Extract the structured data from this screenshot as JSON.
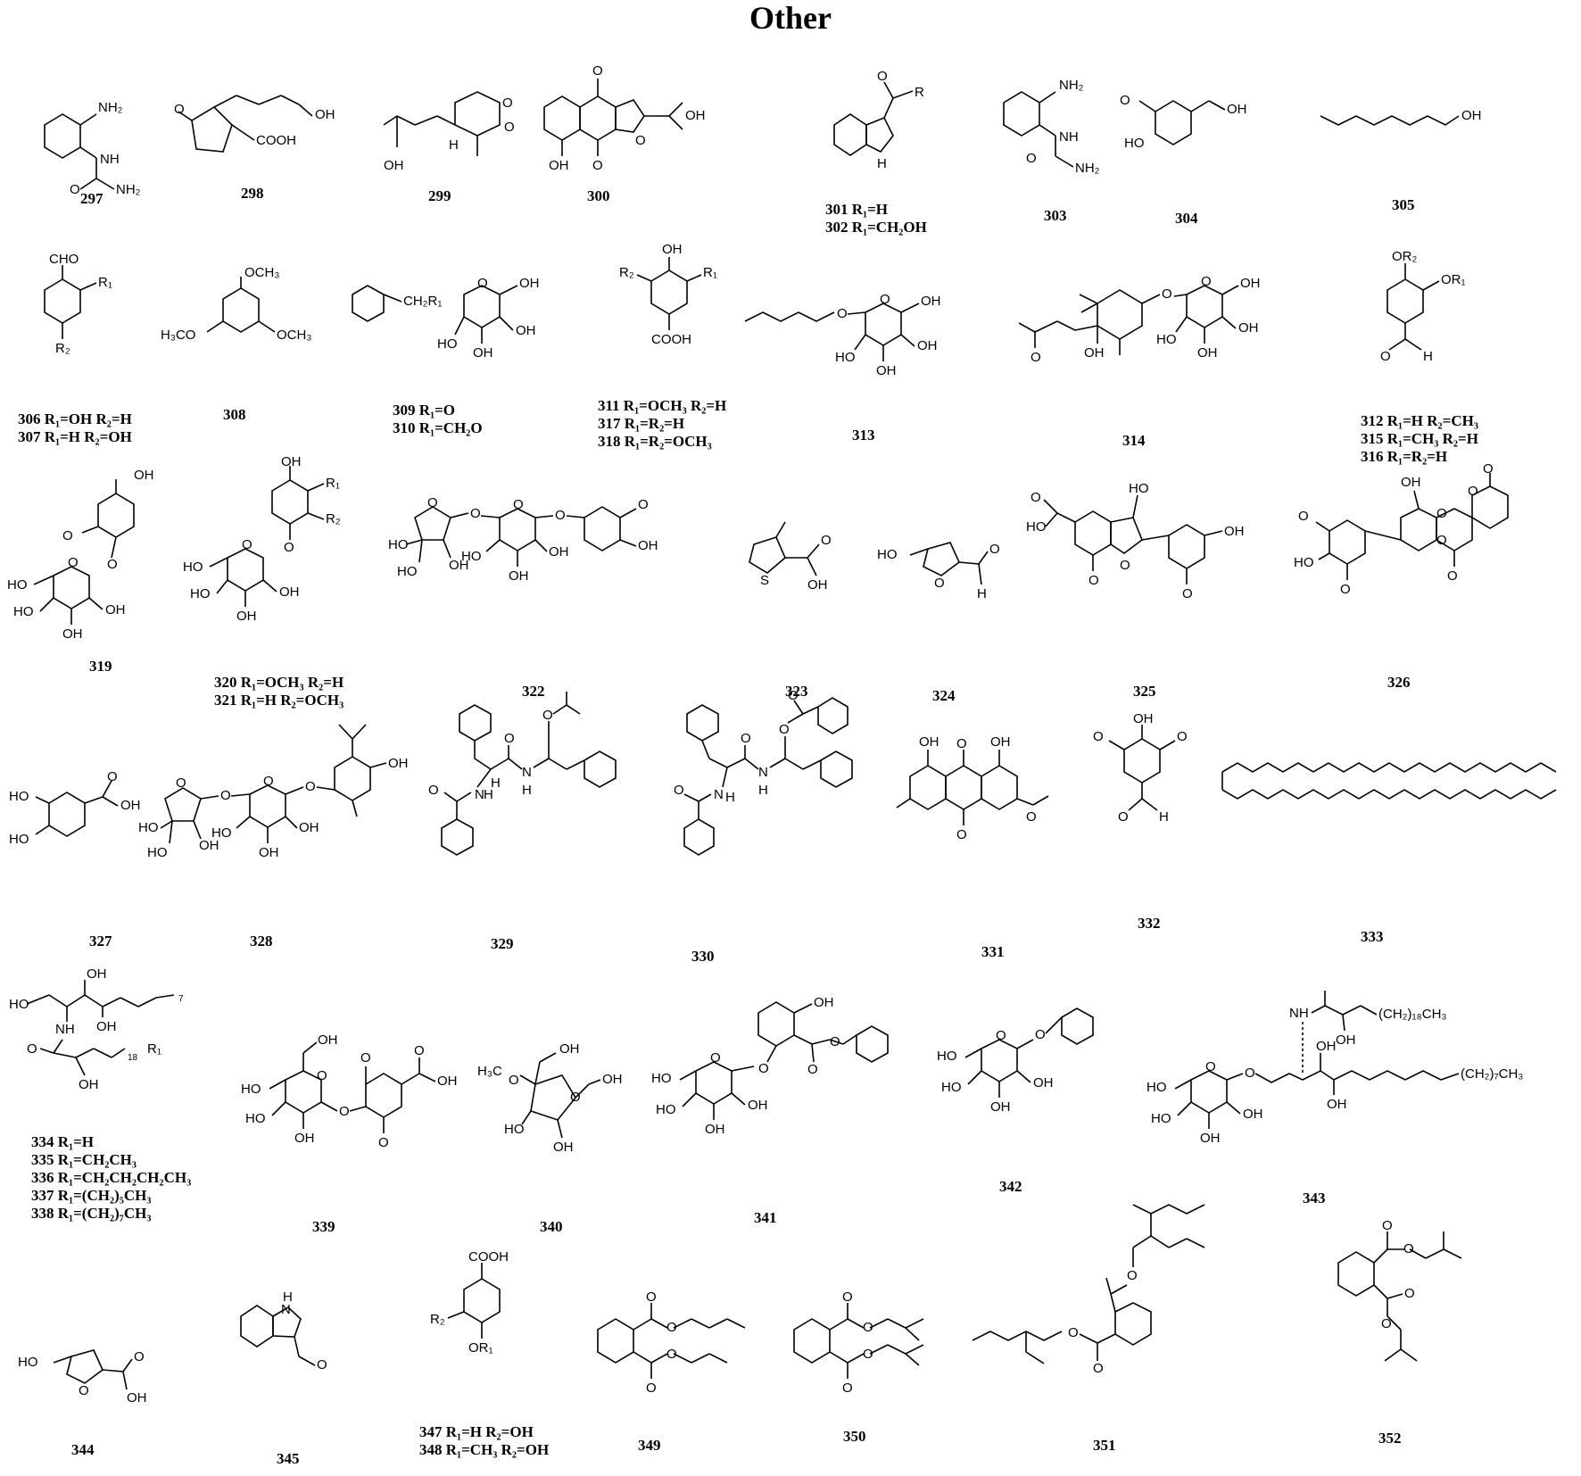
{
  "title": "Other",
  "compounds": {
    "c297": {
      "number": "297",
      "substituents": []
    },
    "c298": {
      "number": "298",
      "substituents": []
    },
    "c299": {
      "number": "299",
      "substituents": []
    },
    "c300": {
      "number": "300",
      "substituents": []
    },
    "c301": {
      "number": "",
      "substituents": [
        "301 R₁=H",
        "302 R₁=CH₂OH"
      ]
    },
    "c303": {
      "number": "303",
      "substituents": []
    },
    "c304": {
      "number": "304",
      "substituents": []
    },
    "c305": {
      "number": "305",
      "substituents": []
    },
    "c306": {
      "number": "",
      "substituents": [
        "306 R₁=OH R₂=H",
        "307 R₁=H R₂=OH"
      ]
    },
    "c308": {
      "number": "308",
      "substituents": []
    },
    "c309": {
      "number": "",
      "substituents": [
        "309 R₁=O",
        "310 R₁=CH₂O"
      ]
    },
    "c311": {
      "number": "",
      "substituents": [
        "311 R₁=OCH₃ R₂=H",
        "317 R₁=R₂=H",
        "318 R₁=R₂=OCH₃"
      ]
    },
    "c313": {
      "number": "313",
      "substituents": []
    },
    "c314": {
      "number": "314",
      "substituents": []
    },
    "c312": {
      "number": "",
      "substituents": [
        "312 R₁=H R₂=CH₃",
        "315 R₁=CH₃ R₂=H",
        "316 R₁=R₂=H"
      ]
    },
    "c319": {
      "number": "319",
      "substituents": []
    },
    "c320": {
      "number": "",
      "substituents": [
        "320 R₁=OCH₃ R₂=H",
        "321 R₁=H R₂=OCH₃"
      ]
    },
    "c322": {
      "number": "322",
      "substituents": []
    },
    "c323": {
      "number": "323",
      "substituents": []
    },
    "c324": {
      "number": "324",
      "substituents": []
    },
    "c325": {
      "number": "325",
      "substituents": []
    },
    "c326": {
      "number": "326",
      "substituents": []
    },
    "c327": {
      "number": "327",
      "substituents": []
    },
    "c328": {
      "number": "328",
      "substituents": []
    },
    "c329": {
      "number": "329",
      "substituents": []
    },
    "c330": {
      "number": "330",
      "substituents": []
    },
    "c331": {
      "number": "331",
      "substituents": []
    },
    "c332": {
      "number": "332",
      "substituents": []
    },
    "c333": {
      "number": "333",
      "substituents": []
    },
    "c334": {
      "number": "",
      "substituents": [
        "334 R₁=H",
        "335 R₁=CH₂CH₃",
        "336 R₁=CH₂CH₂CH₂CH₃",
        "337 R₁=(CH₂)₅CH₃",
        "338 R₁=(CH₂)₇CH₃"
      ]
    },
    "c339": {
      "number": "339",
      "substituents": []
    },
    "c340": {
      "number": "340",
      "substituents": []
    },
    "c341": {
      "number": "341",
      "substituents": []
    },
    "c342": {
      "number": "342",
      "substituents": []
    },
    "c343": {
      "number": "343",
      "substituents": []
    },
    "c344": {
      "number": "344",
      "substituents": []
    },
    "c345": {
      "number": "345",
      "substituents": []
    },
    "c347": {
      "number": "",
      "substituents": [
        "347 R₁=H R₂=OH",
        "348 R₁=CH₃ R₂=OH"
      ]
    },
    "c349": {
      "number": "349",
      "substituents": []
    },
    "c350": {
      "number": "350",
      "substituents": []
    },
    "c351": {
      "number": "351",
      "substituents": []
    },
    "c352": {
      "number": "352",
      "substituents": []
    }
  },
  "atoms": {
    "nh2": "NH₂",
    "nh": "NH",
    "oh": "OH",
    "o": "O",
    "h": "H",
    "n": "N",
    "s": "S",
    "r": "R",
    "r1": "R₁",
    "r2": "R₂",
    "or1": "OR₁",
    "or2": "OR₂",
    "cooh": "COOH",
    "cho": "CHO",
    "och3": "OCH₃",
    "h3co": "H₃CO",
    "h3c": "H₃C",
    "ch2r1": "CH₂R₁",
    "ho": "HO",
    "ch2_18ch3": "(CH₂)₁₈CH₃",
    "ch2_7ch3": "(CH₂)₇CH₃",
    "sub7": "7",
    "sub18": "18"
  }
}
